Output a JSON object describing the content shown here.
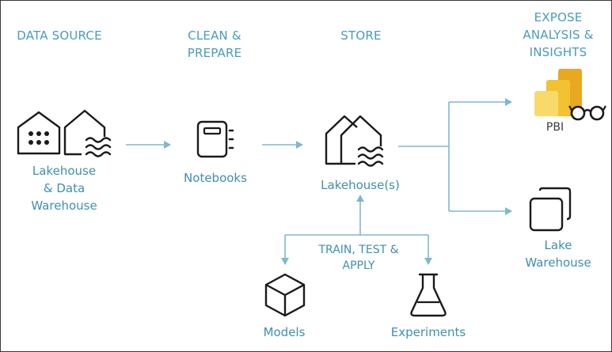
{
  "headers": {
    "data_source": "DATA SOURCE",
    "clean_prepare": [
      "CLEAN &",
      "PREPARE"
    ],
    "store": "STORE",
    "expose": [
      "EXPOSE",
      "ANALYSIS &",
      "INSIGHTS"
    ]
  },
  "nodes": {
    "source_label": [
      "Lakehouse",
      "& Data",
      "Warehouse"
    ],
    "notebooks_label": "Notebooks",
    "lakehouses_label": "Lakehouse(s)",
    "pbi_label": "PBI",
    "lake_warehouse_label": [
      "Lake",
      "Warehouse"
    ],
    "models_label": "Models",
    "experiments_label": "Experiments"
  },
  "train_label": [
    "TRAIN, TEST &",
    "APPLY"
  ],
  "colors": {
    "accent_text": "#4a9bbb",
    "arrow": "#7fb8cf",
    "icon": "#1a1a1a",
    "pbi_gold": "#e8b43a"
  },
  "icons": [
    "warehouse-icon",
    "lakehouse-icon",
    "notebook-icon",
    "lakehouses-icon",
    "powerbi-icon",
    "glasses-icon",
    "lake-warehouse-icon",
    "cube-icon",
    "flask-icon"
  ]
}
